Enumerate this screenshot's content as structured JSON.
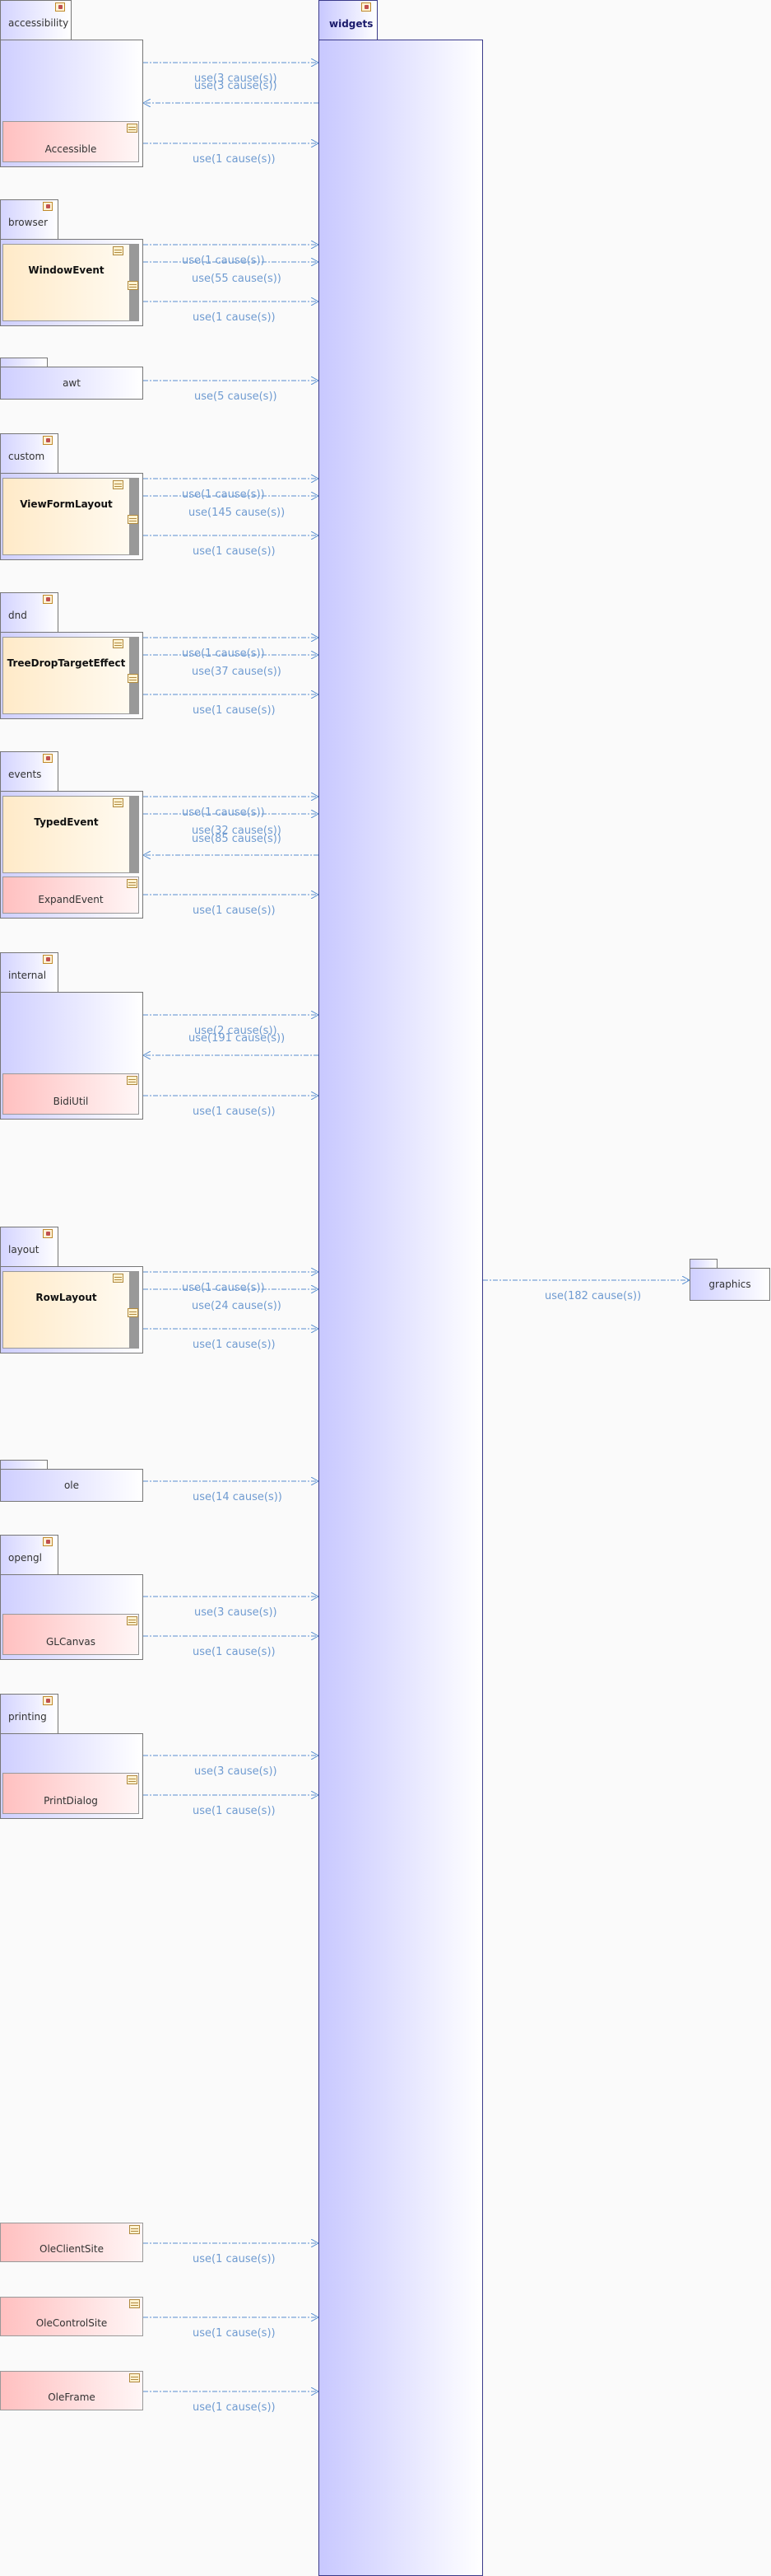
{
  "widgets_package": {
    "label": "widgets"
  },
  "graphics_package": {
    "label": "graphics"
  },
  "graphics_dependency": {
    "label": "use(182 cause(s))"
  },
  "packages": [
    {
      "id": "accessibility",
      "label": "accessibility"
    },
    {
      "id": "browser",
      "label": "browser"
    },
    {
      "id": "awt",
      "label": "awt"
    },
    {
      "id": "custom",
      "label": "custom"
    },
    {
      "id": "dnd",
      "label": "dnd"
    },
    {
      "id": "events",
      "label": "events"
    },
    {
      "id": "internal",
      "label": "internal"
    },
    {
      "id": "layout",
      "label": "layout"
    },
    {
      "id": "ole",
      "label": "ole"
    },
    {
      "id": "opengl",
      "label": "opengl"
    },
    {
      "id": "printing",
      "label": "printing"
    }
  ],
  "classes": [
    {
      "id": "accessible",
      "label": "Accessible"
    },
    {
      "id": "window-event",
      "label": "WindowEvent"
    },
    {
      "id": "view-form-layout",
      "label": "ViewFormLayout"
    },
    {
      "id": "tree-drop-target-effect",
      "label": "TreeDropTargetEffect"
    },
    {
      "id": "typed-event",
      "label": "TypedEvent"
    },
    {
      "id": "expand-event",
      "label": "ExpandEvent"
    },
    {
      "id": "bidi-util",
      "label": "BidiUtil"
    },
    {
      "id": "row-layout",
      "label": "RowLayout"
    },
    {
      "id": "gl-canvas",
      "label": "GLCanvas"
    },
    {
      "id": "print-dialog",
      "label": "PrintDialog"
    },
    {
      "id": "ole-client-site",
      "label": "OleClientSite"
    },
    {
      "id": "ole-control-site",
      "label": "OleControlSite"
    },
    {
      "id": "ole-frame",
      "label": "OleFrame"
    }
  ],
  "dependencies": [
    {
      "id": "accessibility-1",
      "label": "use(3 cause(s))"
    },
    {
      "id": "accessibility-2",
      "label": "use(3 cause(s))"
    },
    {
      "id": "accessible-1",
      "label": "use(1 cause(s))"
    },
    {
      "id": "browser-1",
      "label": "use(1 cause(s))"
    },
    {
      "id": "browser-2",
      "label": "use(55 cause(s))"
    },
    {
      "id": "browser-3",
      "label": "use(1 cause(s))"
    },
    {
      "id": "awt-1",
      "label": "use(5 cause(s))"
    },
    {
      "id": "custom-1",
      "label": "use(1 cause(s))"
    },
    {
      "id": "custom-2",
      "label": "use(145 cause(s))"
    },
    {
      "id": "custom-3",
      "label": "use(1 cause(s))"
    },
    {
      "id": "dnd-1",
      "label": "use(1 cause(s))"
    },
    {
      "id": "dnd-2",
      "label": "use(37 cause(s))"
    },
    {
      "id": "dnd-3",
      "label": "use(1 cause(s))"
    },
    {
      "id": "events-1",
      "label": "use(1 cause(s))"
    },
    {
      "id": "events-2",
      "label": "use(32 cause(s))"
    },
    {
      "id": "events-3",
      "label": "use(85 cause(s))"
    },
    {
      "id": "events-4",
      "label": "use(1 cause(s))"
    },
    {
      "id": "internal-1",
      "label": "use(2 cause(s))"
    },
    {
      "id": "internal-2",
      "label": "use(191 cause(s))"
    },
    {
      "id": "internal-3",
      "label": "use(1 cause(s))"
    },
    {
      "id": "layout-1",
      "label": "use(1 cause(s))"
    },
    {
      "id": "layout-2",
      "label": "use(24 cause(s))"
    },
    {
      "id": "layout-3",
      "label": "use(1 cause(s))"
    },
    {
      "id": "ole-1",
      "label": "use(14 cause(s))"
    },
    {
      "id": "opengl-1",
      "label": "use(3 cause(s))"
    },
    {
      "id": "opengl-2",
      "label": "use(1 cause(s))"
    },
    {
      "id": "printing-1",
      "label": "use(3 cause(s))"
    },
    {
      "id": "printing-2",
      "label": "use(1 cause(s))"
    },
    {
      "id": "ole-client-site-1",
      "label": "use(1 cause(s))"
    },
    {
      "id": "ole-control-site-1",
      "label": "use(1 cause(s))"
    },
    {
      "id": "ole-frame-1",
      "label": "use(1 cause(s))"
    }
  ]
}
